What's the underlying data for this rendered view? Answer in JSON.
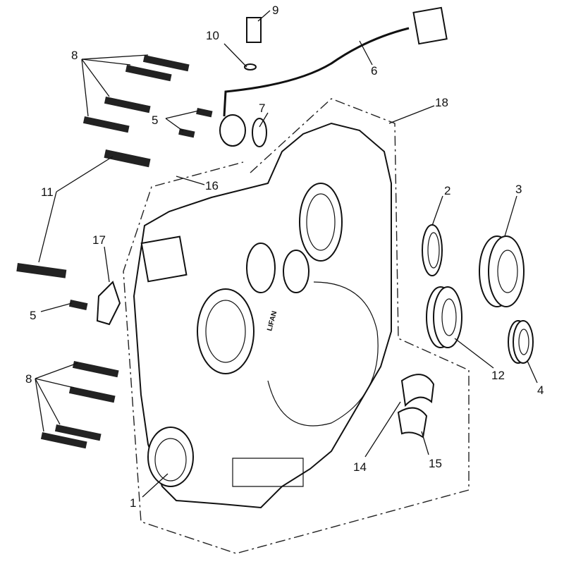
{
  "title": "Crankcase (right) exploded parts diagram",
  "case_logo": "LIFAN",
  "callouts": [
    "9",
    "10",
    "8",
    "6",
    "5",
    "7",
    "18",
    "16",
    "11",
    "2",
    "3",
    "17",
    "5",
    "12",
    "4",
    "8",
    "14",
    "15",
    "1"
  ],
  "colors": {
    "line": "#111111",
    "background": "#ffffff"
  }
}
